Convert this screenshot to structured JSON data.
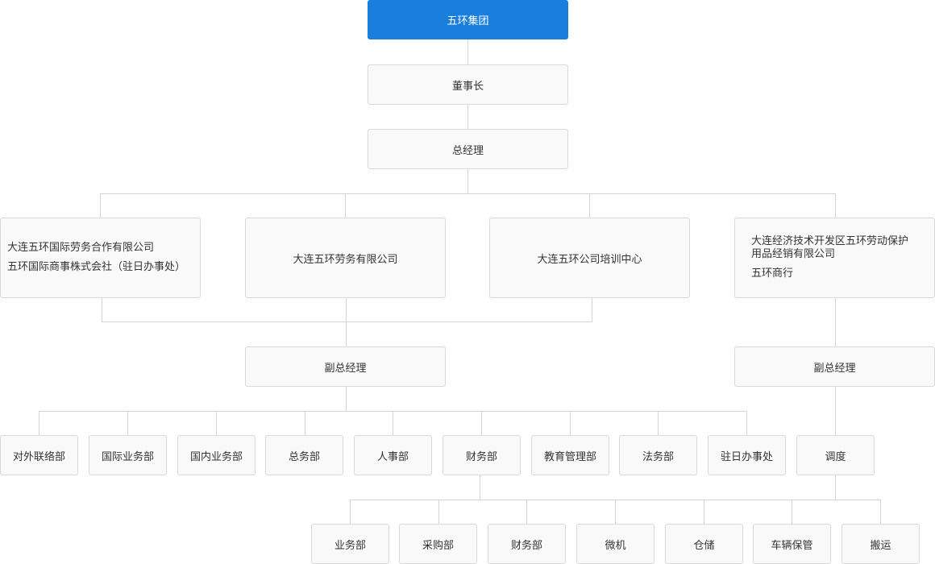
{
  "org_chart": {
    "root": {
      "label": "五环集团"
    },
    "chairman": {
      "label": "董事长"
    },
    "general_manager": {
      "label": "总经理"
    },
    "companies": [
      {
        "lines": [
          "大连五环国际劳务合作有限公司",
          "五环国际商事株式会社（驻日办事处）"
        ]
      },
      {
        "lines": [
          "大连五环劳务有限公司"
        ]
      },
      {
        "lines": [
          "大连五环公司培训中心"
        ]
      },
      {
        "lines": [
          "大连经济技术开发区五环劳动保护",
          "用品经销有限公司",
          "五环商行"
        ]
      }
    ],
    "deputy_managers": [
      {
        "label": "副总经理"
      },
      {
        "label": "副总经理"
      }
    ],
    "departments": [
      {
        "label": "对外联络部"
      },
      {
        "label": "国际业务部"
      },
      {
        "label": "国内业务部"
      },
      {
        "label": "总务部"
      },
      {
        "label": "人事部"
      },
      {
        "label": "财务部"
      },
      {
        "label": "教育管理部"
      },
      {
        "label": "法务部"
      },
      {
        "label": "驻日办事处"
      },
      {
        "label": "调度"
      }
    ],
    "dispatch_units": [
      {
        "label": "业务部"
      },
      {
        "label": "采购部"
      },
      {
        "label": "财务部"
      },
      {
        "label": "微机"
      },
      {
        "label": "仓储"
      },
      {
        "label": "车辆保管"
      },
      {
        "label": "搬运"
      }
    ]
  },
  "colors": {
    "root_fill": "#1a7fdc",
    "box_fill": "#f9f9f9",
    "box_border": "#d9d9d9",
    "connector": "#d4d4d4",
    "text": "#333333"
  }
}
